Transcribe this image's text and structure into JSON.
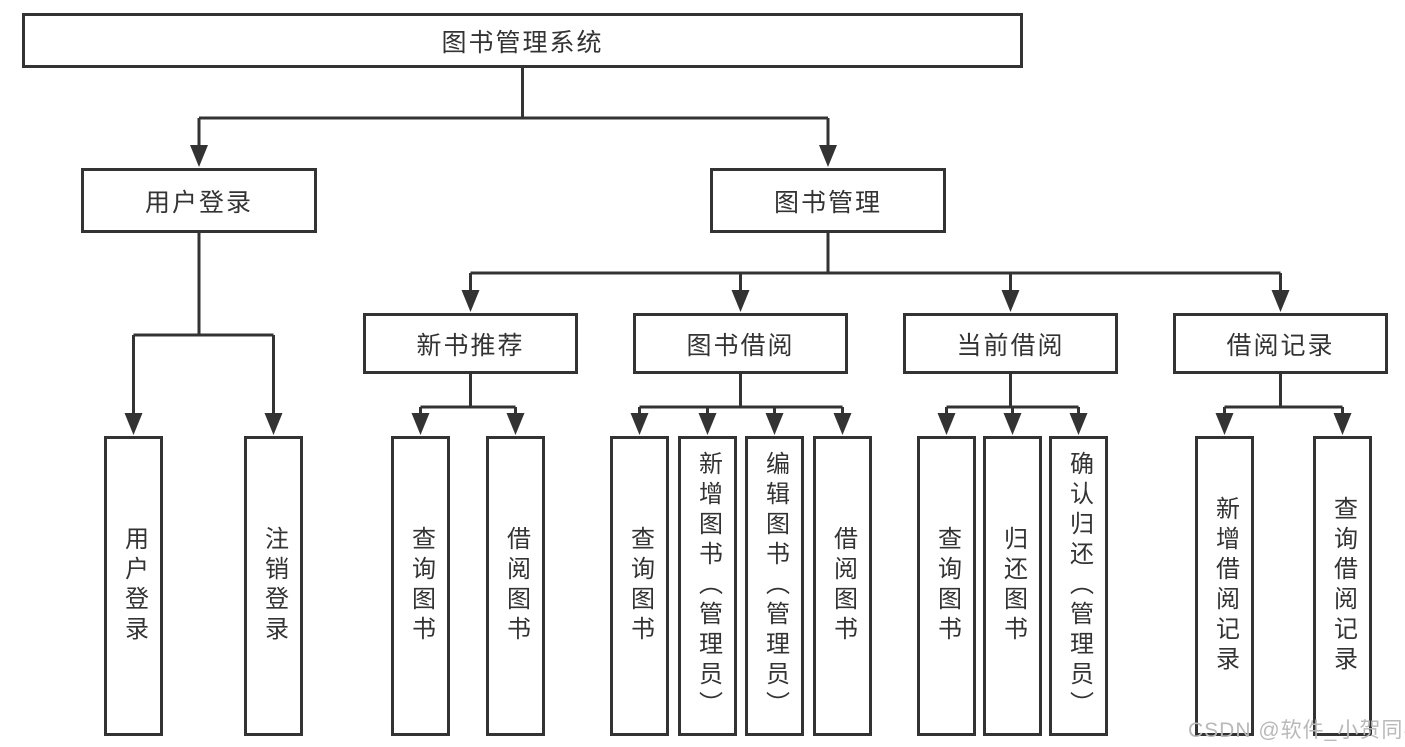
{
  "diagram": {
    "root": {
      "label": "图书管理系统"
    },
    "level2": [
      {
        "label": "用户登录"
      },
      {
        "label": "图书管理"
      }
    ],
    "level3": [
      {
        "label": "新书推荐",
        "parent": "图书管理"
      },
      {
        "label": "图书借阅",
        "parent": "图书管理"
      },
      {
        "label": "当前借阅",
        "parent": "图书管理"
      },
      {
        "label": "借阅记录",
        "parent": "图书管理"
      }
    ],
    "leaves": [
      {
        "label": "用户登录",
        "parent": "用户登录"
      },
      {
        "label": "注销登录",
        "parent": "用户登录"
      },
      {
        "label": "查询图书",
        "parent": "新书推荐"
      },
      {
        "label": "借阅图书",
        "parent": "新书推荐"
      },
      {
        "label": "查询图书",
        "parent": "图书借阅"
      },
      {
        "label": "新增图书（管理员）",
        "parent": "图书借阅"
      },
      {
        "label": "编辑图书（管理员）",
        "parent": "图书借阅"
      },
      {
        "label": "借阅图书",
        "parent": "图书借阅"
      },
      {
        "label": "查询图书",
        "parent": "当前借阅"
      },
      {
        "label": "归还图书",
        "parent": "当前借阅"
      },
      {
        "label": "确认归还（管理员）",
        "parent": "当前借阅"
      },
      {
        "label": "新增借阅记录",
        "parent": "借阅记录"
      },
      {
        "label": "查询借阅记录",
        "parent": "借阅记录"
      }
    ]
  },
  "watermark": {
    "text": "CSDN @软件_小贺同学"
  },
  "colors": {
    "line": "#333333",
    "box_border": "#333333",
    "text": "#333333",
    "watermark": "#b9b9b9",
    "background": "#ffffff"
  }
}
